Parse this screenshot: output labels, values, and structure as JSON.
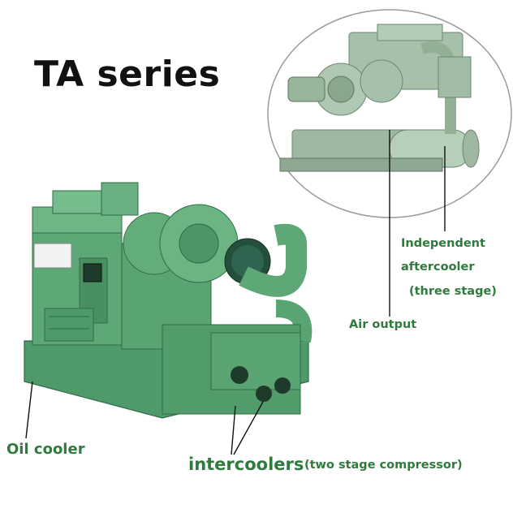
{
  "title": "TA series",
  "labels": {
    "independent_aftercooler_line1": "Independent",
    "independent_aftercooler_line2": "aftercooler",
    "independent_aftercooler_line3": "(three stage)",
    "air_output": "Air output",
    "oil_cooler": "Oil cooler",
    "intercoolers": "intercoolers",
    "intercoolers_note": "(two stage compressor)"
  },
  "colors": {
    "machine_green": "#5ea877",
    "machine_dark": "#3d7d55",
    "machine_light": "#8ccaa0",
    "inset_green": "#a9c2ac",
    "label_color": "#2f7a3d",
    "leader_line": "#111111"
  }
}
